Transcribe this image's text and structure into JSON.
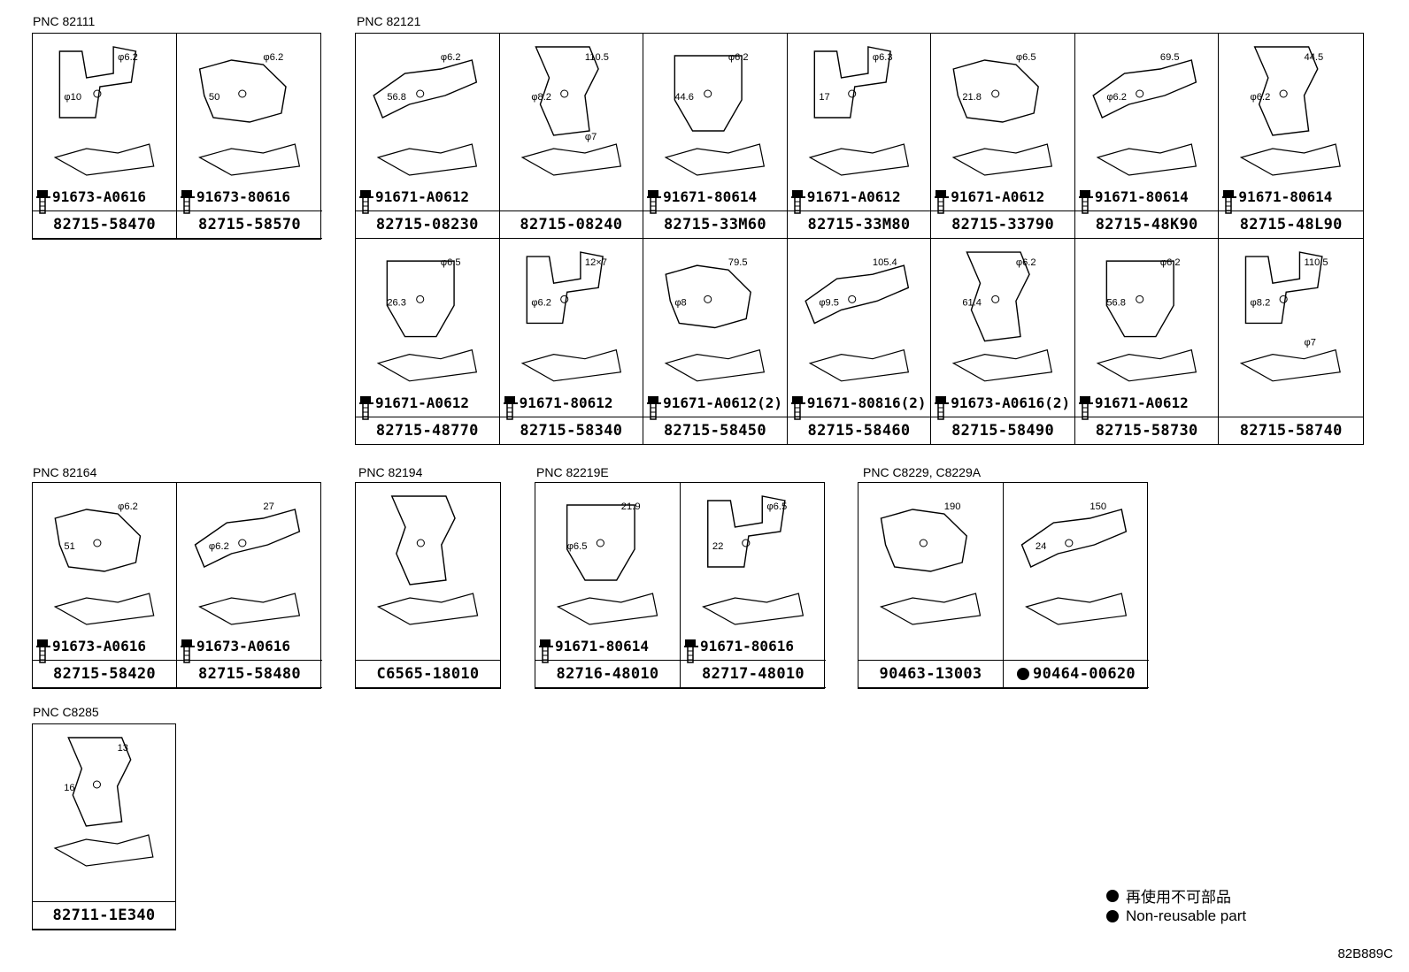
{
  "groups": {
    "g82111": {
      "label": "PNC 82111",
      "cells": [
        {
          "part": "82715-58470",
          "bolt": "91673-A0616",
          "dims": [
            "φ6.2",
            "φ10"
          ]
        },
        {
          "part": "82715-58570",
          "bolt": "91673-80616",
          "dims": [
            "φ6.2",
            "50"
          ]
        }
      ]
    },
    "g82121": {
      "label": "PNC 82121",
      "cells": [
        {
          "part": "82715-08230",
          "bolt": "91671-A0612",
          "dims": [
            "φ6.2",
            "56.8"
          ]
        },
        {
          "part": "82715-08240",
          "bolt": "",
          "dims": [
            "110.5",
            "φ8.2",
            "φ7"
          ]
        },
        {
          "part": "82715-33M60",
          "bolt": "91671-80614",
          "dims": [
            "φ6.2",
            "44.6"
          ]
        },
        {
          "part": "82715-33M80",
          "bolt": "91671-A0612",
          "dims": [
            "φ6.3",
            "17"
          ]
        },
        {
          "part": "82715-33790",
          "bolt": "91671-A0612",
          "dims": [
            "φ6.5",
            "21.8"
          ]
        },
        {
          "part": "82715-48K90",
          "bolt": "91671-80614",
          "dims": [
            "69.5",
            "φ6.2"
          ]
        },
        {
          "part": "82715-48L90",
          "bolt": "91671-80614",
          "dims": [
            "44.5",
            "φ6.2"
          ]
        },
        {
          "part": "82715-48770",
          "bolt": "91671-A0612",
          "dims": [
            "φ6.5",
            "26.3"
          ]
        },
        {
          "part": "82715-58340",
          "bolt": "91671-80612",
          "dims": [
            "12×7",
            "φ6.2"
          ]
        },
        {
          "part": "82715-58450",
          "bolt": "91671-A0612(2)",
          "dims": [
            "79.5",
            "φ8"
          ]
        },
        {
          "part": "82715-58460",
          "bolt": "91671-80816(2)",
          "dims": [
            "105.4",
            "φ9.5"
          ]
        },
        {
          "part": "82715-58490",
          "bolt": "91673-A0616(2)",
          "dims": [
            "φ6.2",
            "61.4"
          ]
        },
        {
          "part": "82715-58730",
          "bolt": "91671-A0612",
          "dims": [
            "φ6.2",
            "56.8"
          ]
        },
        {
          "part": "82715-58740",
          "bolt": "",
          "dims": [
            "110.5",
            "φ8.2",
            "φ7"
          ]
        }
      ]
    },
    "g82164": {
      "label": "PNC 82164",
      "cells": [
        {
          "part": "82715-58420",
          "bolt": "91673-A0616",
          "dims": [
            "φ6.2",
            "51"
          ]
        },
        {
          "part": "82715-58480",
          "bolt": "91673-A0616",
          "dims": [
            "27",
            "φ6.2"
          ]
        }
      ]
    },
    "g82194": {
      "label": "PNC 82194",
      "cells": [
        {
          "part": "C6565-18010",
          "bolt": "",
          "dims": []
        }
      ]
    },
    "g82219E": {
      "label": "PNC 82219E",
      "cells": [
        {
          "part": "82716-48010",
          "bolt": "91671-80614",
          "dims": [
            "21.9",
            "φ6.5"
          ]
        },
        {
          "part": "82717-48010",
          "bolt": "91671-80616",
          "dims": [
            "φ6.5",
            "22"
          ]
        }
      ]
    },
    "gC8229": {
      "label": "PNC C8229, C8229A",
      "cells": [
        {
          "part": "90463-13003",
          "bolt": "",
          "dims": [
            "190"
          ]
        },
        {
          "part": "90464-00620",
          "bolt": "",
          "dims": [
            "150",
            "24"
          ],
          "nonreusable": true
        }
      ]
    },
    "gC8285": {
      "label": "PNC C8285",
      "cells": [
        {
          "part": "82711-1E340",
          "bolt": "",
          "dims": [
            "13",
            "16"
          ]
        }
      ]
    }
  },
  "legend": {
    "jp": "再使用不可部品",
    "en": "Non-reusable part"
  },
  "code": "82B889C"
}
